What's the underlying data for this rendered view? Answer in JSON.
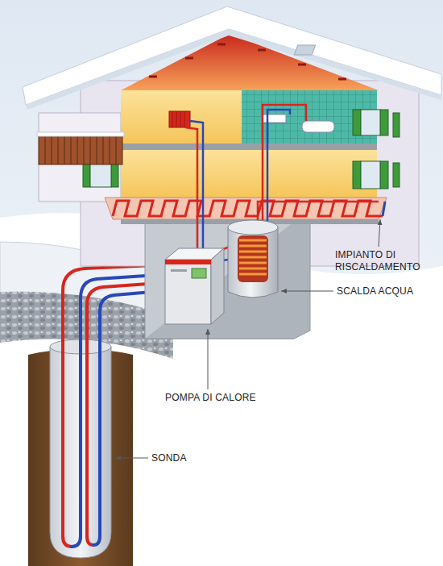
{
  "diagram": {
    "labels": [
      "IMPIANTO DI RISCALDAMENTO",
      "SCALDA ACQUA",
      "POMPA DI CALORE",
      "SONDA"
    ]
  }
}
